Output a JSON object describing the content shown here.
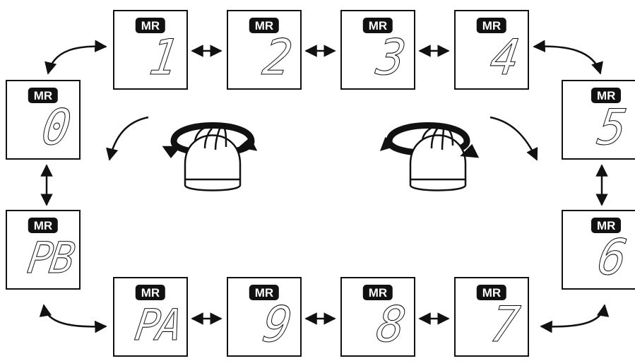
{
  "diagram": {
    "panels": [
      {
        "id": "p1",
        "badge": "MR",
        "value": "1"
      },
      {
        "id": "p2",
        "badge": "MR",
        "value": "2"
      },
      {
        "id": "p3",
        "badge": "MR",
        "value": "3"
      },
      {
        "id": "p4",
        "badge": "MR",
        "value": "4"
      },
      {
        "id": "p5",
        "badge": "MR",
        "value": "5"
      },
      {
        "id": "p6",
        "badge": "MR",
        "value": "6"
      },
      {
        "id": "p7",
        "badge": "MR",
        "value": "7"
      },
      {
        "id": "p8",
        "badge": "MR",
        "value": "8"
      },
      {
        "id": "p9",
        "badge": "MR",
        "value": "9"
      },
      {
        "id": "pa",
        "badge": "MR",
        "value": "PA"
      },
      {
        "id": "pb",
        "badge": "MR",
        "value": "PB"
      },
      {
        "id": "p0",
        "badge": "MR",
        "value": "0"
      }
    ],
    "dials": [
      {
        "name": "left-dial",
        "direction": "counterclockwise"
      },
      {
        "name": "right-dial",
        "direction": "clockwise"
      }
    ]
  }
}
